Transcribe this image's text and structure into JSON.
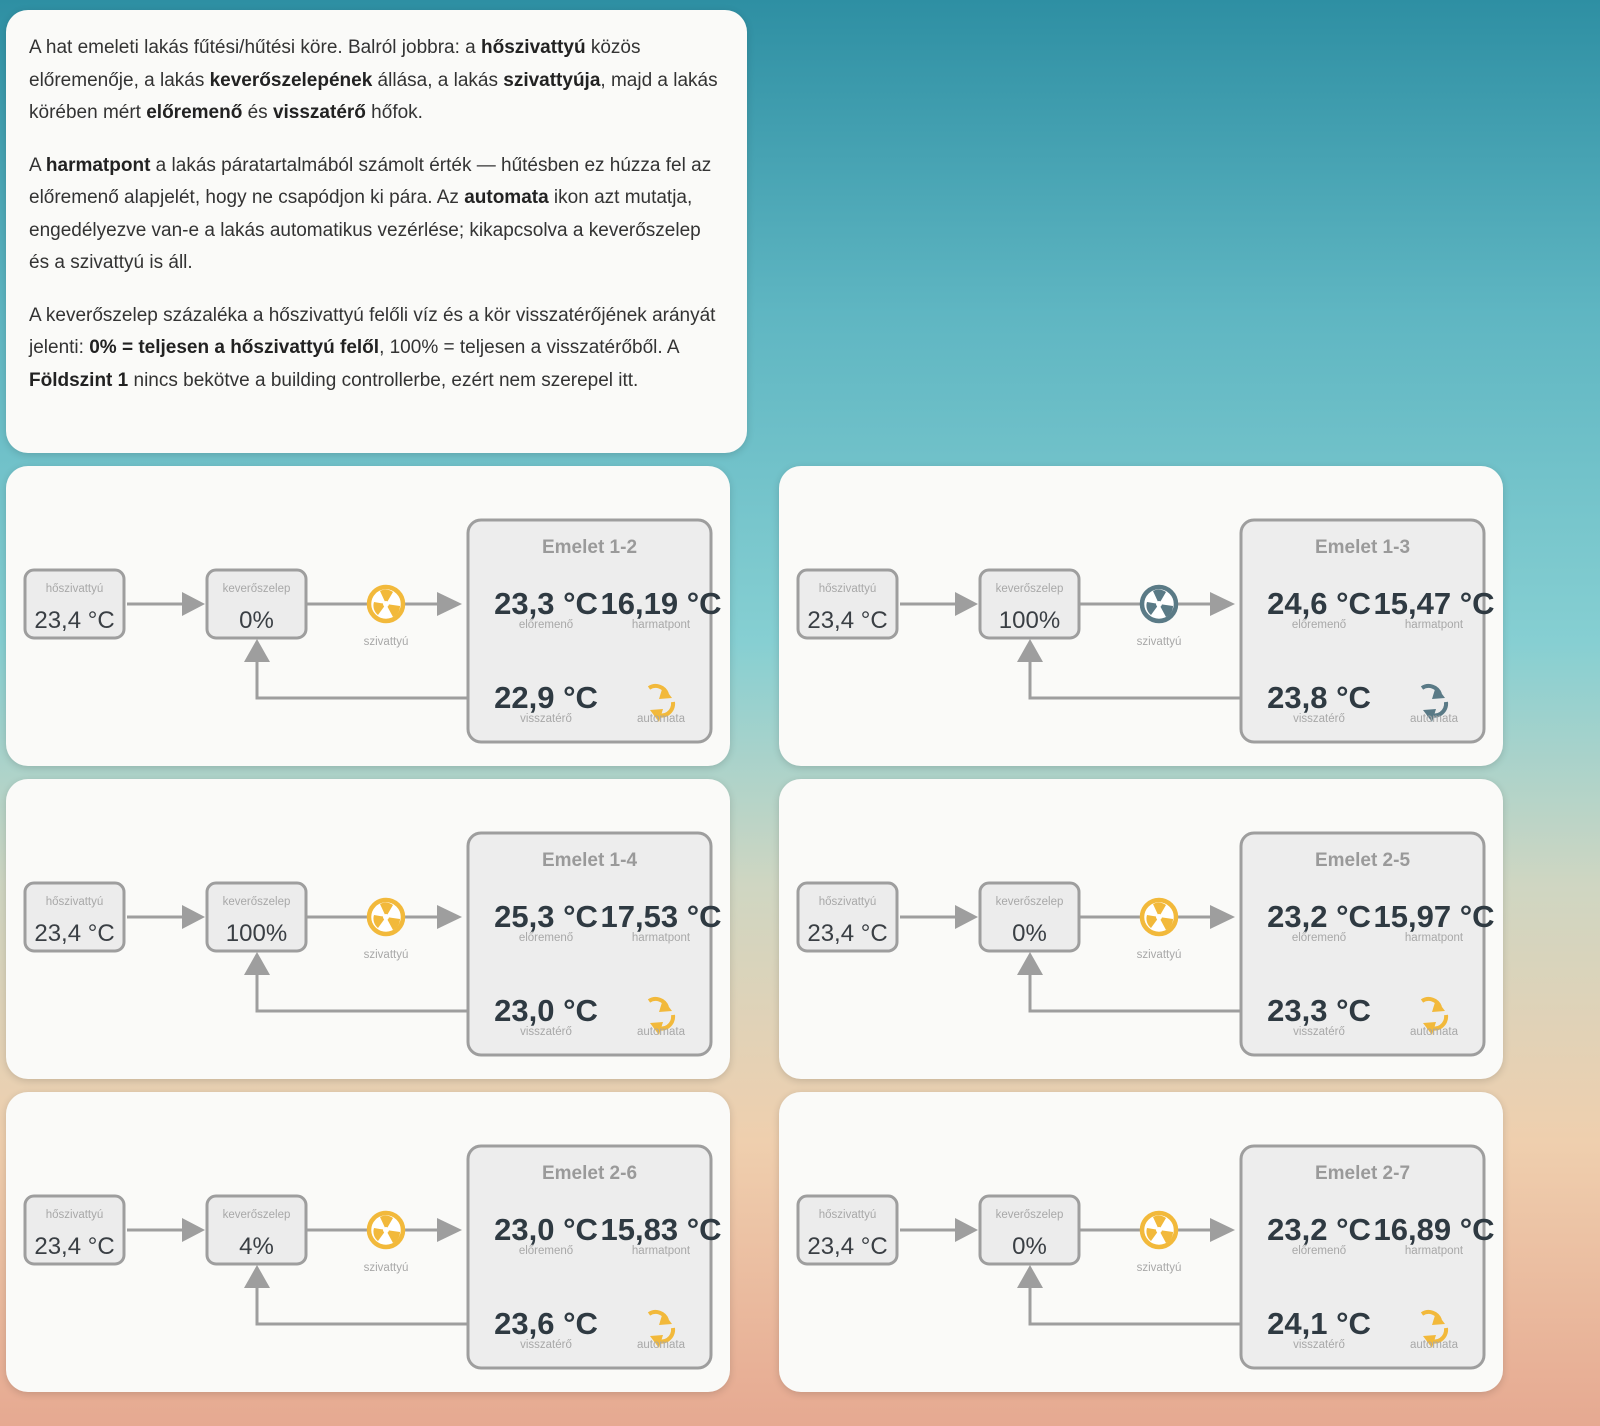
{
  "info": {
    "paragraphs": [
      [
        {
          "t": "A hat emeleti lakás fűtési/hűtési köre. Balról jobbra: a "
        },
        {
          "t": "hőszivattyú",
          "b": true
        },
        {
          "t": " közös előremenője, a lakás "
        },
        {
          "t": "keverőszelepének",
          "b": true
        },
        {
          "t": " állása, a lakás "
        },
        {
          "t": "szivattyúja",
          "b": true
        },
        {
          "t": ", majd a lakás körében mért "
        },
        {
          "t": "előremenő",
          "b": true
        },
        {
          "t": " és "
        },
        {
          "t": "visszatérő",
          "b": true
        },
        {
          "t": " hőfok."
        }
      ],
      [
        {
          "t": "A "
        },
        {
          "t": "harmatpont",
          "b": true
        },
        {
          "t": " a lakás páratartalmából számolt érték — hűtésben ez húzza fel az előremenő alapjelét, hogy ne csapódjon ki pára. Az "
        },
        {
          "t": "automata",
          "b": true
        },
        {
          "t": " ikon azt mutatja, engedélyezve van-e a lakás automatikus vezérlése; kikapcsolva a keverőszelep és a szivattyú is áll."
        }
      ],
      [
        {
          "t": "A keverőszelep százaléka a hőszivattyú felőli víz és a kör visszatérőjének arányát jelenti: "
        },
        {
          "t": "0% = teljesen a hőszivattyú felől",
          "b": true
        },
        {
          "t": ", 100% = teljesen a visszatérőből. A "
        },
        {
          "t": "Földszint 1",
          "b": true
        },
        {
          "t": " nincs bekötve a building controllerbe, ezért nem szerepel itt."
        }
      ]
    ]
  },
  "labels": {
    "heatpump": "hőszivattyú",
    "mixer": "keverőszelep",
    "pump": "szivattyú",
    "supply": "előremenő",
    "dewpoint": "harmatpont",
    "return": "visszatérő",
    "auto": "automata"
  },
  "colors": {
    "active": "#f2b93b",
    "inactive": "#5a7a86"
  },
  "loops": [
    {
      "name": "Emelet 1-2",
      "heatpump": "23,4 °C",
      "mixer": "0%",
      "supply": "23,3 °C",
      "dewpoint": "16,19 °C",
      "return": "22,9 °C",
      "pump_on": true,
      "auto_on": true
    },
    {
      "name": "Emelet 1-3",
      "heatpump": "23,4 °C",
      "mixer": "100%",
      "supply": "24,6 °C",
      "dewpoint": "15,47 °C",
      "return": "23,8 °C",
      "pump_on": false,
      "auto_on": false
    },
    {
      "name": "Emelet 1-4",
      "heatpump": "23,4 °C",
      "mixer": "100%",
      "supply": "25,3 °C",
      "dewpoint": "17,53 °C",
      "return": "23,0 °C",
      "pump_on": true,
      "auto_on": true
    },
    {
      "name": "Emelet 2-5",
      "heatpump": "23,4 °C",
      "mixer": "0%",
      "supply": "23,2 °C",
      "dewpoint": "15,97 °C",
      "return": "23,3 °C",
      "pump_on": true,
      "auto_on": true
    },
    {
      "name": "Emelet 2-6",
      "heatpump": "23,4 °C",
      "mixer": "4%",
      "supply": "23,0 °C",
      "dewpoint": "15,83 °C",
      "return": "23,6 °C",
      "pump_on": true,
      "auto_on": true
    },
    {
      "name": "Emelet 2-7",
      "heatpump": "23,4 °C",
      "mixer": "0%",
      "supply": "23,2 °C",
      "dewpoint": "16,89 °C",
      "return": "24,1 °C",
      "pump_on": true,
      "auto_on": true
    }
  ]
}
